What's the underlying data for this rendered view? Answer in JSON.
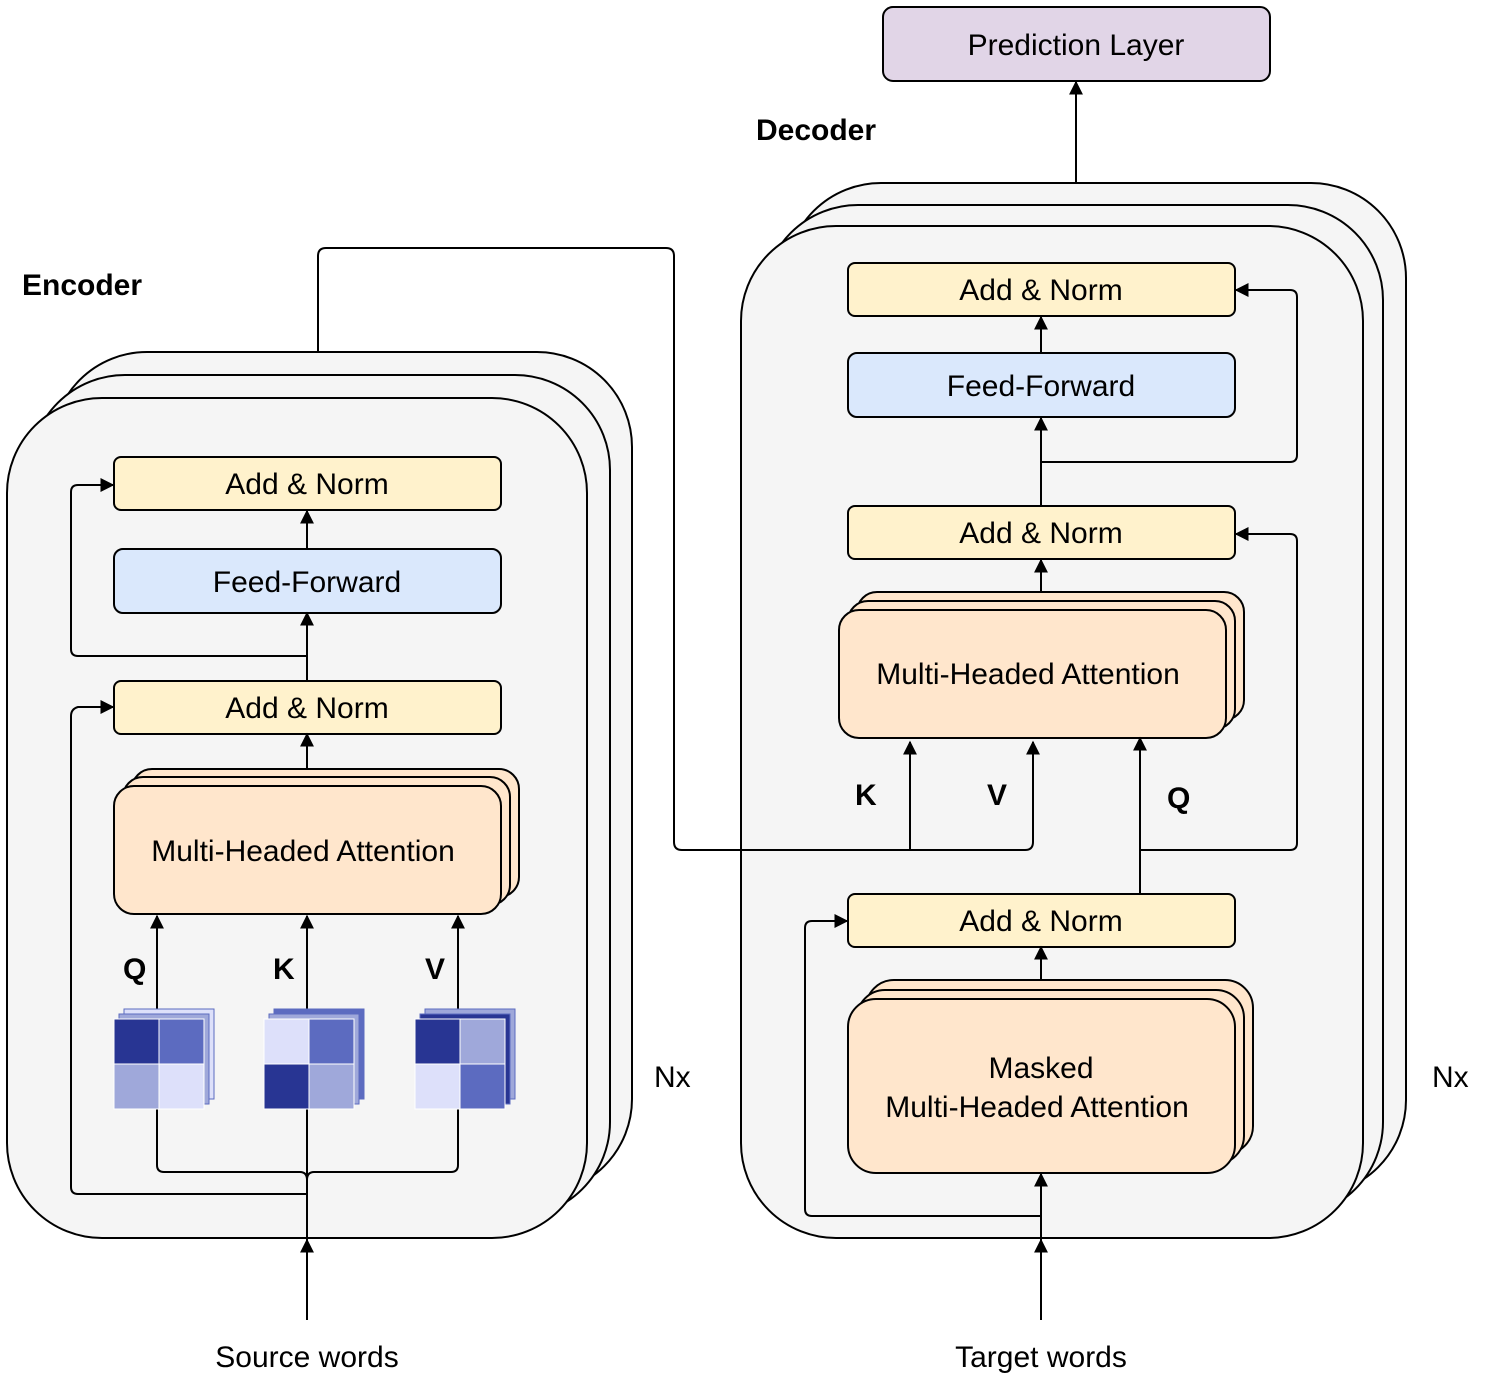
{
  "encoder": {
    "title": "Encoder",
    "repeat": "Nx",
    "add_norm_top": "Add & Norm",
    "feed_forward": "Feed-Forward",
    "add_norm_bottom": "Add & Norm",
    "attention": "Multi-Headed Attention",
    "q": "Q",
    "k": "K",
    "v": "V",
    "input": "Source words"
  },
  "decoder": {
    "title": "Decoder",
    "repeat": "Nx",
    "add_norm_top": "Add & Norm",
    "feed_forward": "Feed-Forward",
    "add_norm_mid": "Add & Norm",
    "attention": "Multi-Headed Attention",
    "k": "K",
    "v": "V",
    "q": "Q",
    "add_norm_bottom": "Add & Norm",
    "masked_line1": "Masked",
    "masked_line2": "Multi-Headed Attention",
    "input": "Target words"
  },
  "prediction_layer": "Prediction Layer",
  "colors": {
    "add_norm": "#fff2cc",
    "feed_forward": "#dae8fc",
    "attention": "#ffe6cc",
    "prediction": "#e1d5e7",
    "stack": "#f5f5f5",
    "matrix_dark": "#283593",
    "matrix_mid": "#5c6bc0",
    "matrix_light": "#9fa8da",
    "matrix_pale": "#dde0fa"
  }
}
